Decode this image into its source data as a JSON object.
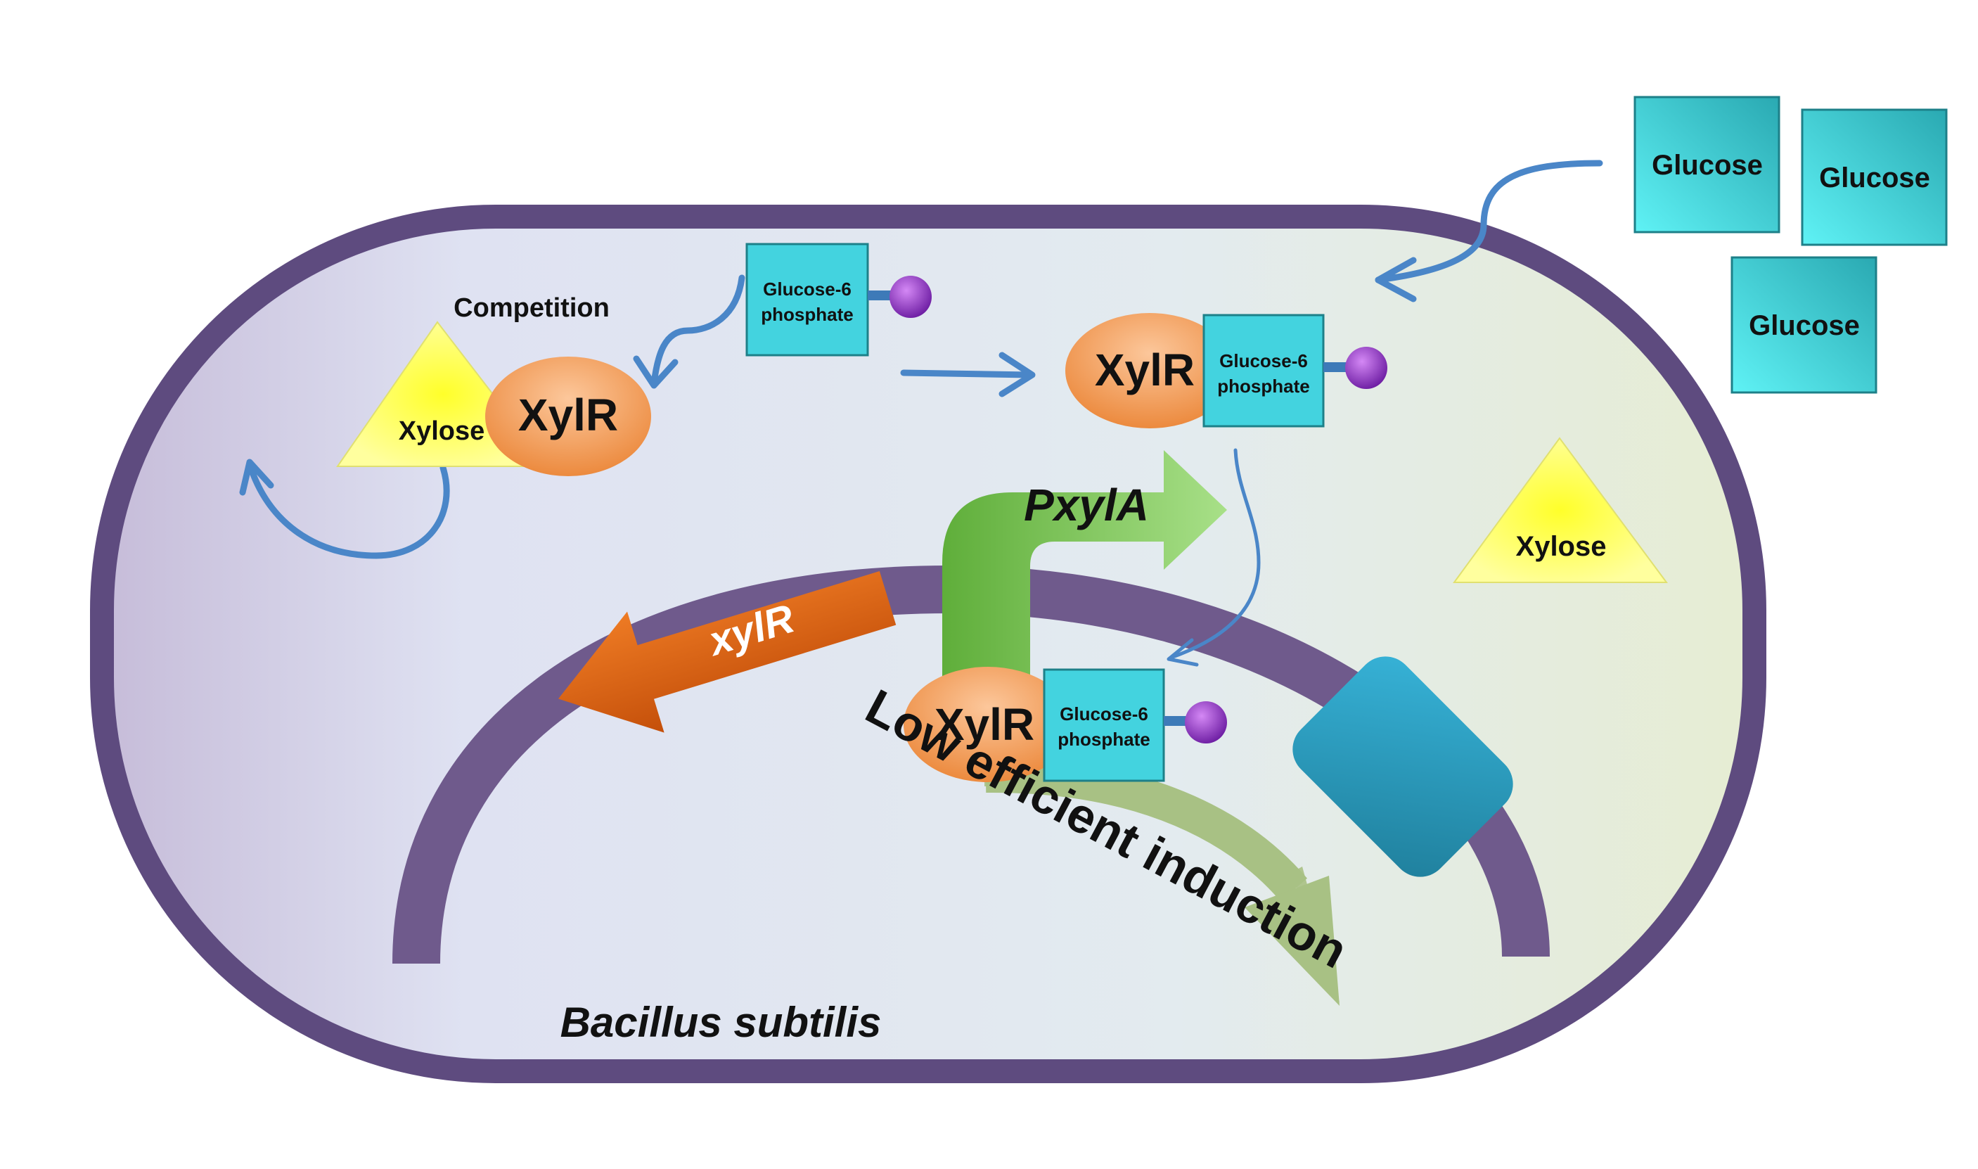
{
  "labels": {
    "competition": "Competition",
    "xylose": "Xylose",
    "xylr_protein": "XylR",
    "glucose6_line1": "Glucose-6",
    "glucose6_line2": "phosphate",
    "glucose": "Glucose",
    "promoter": "PxylA",
    "gene": "xylR",
    "low_efficient_induction": "Low efficient induction",
    "organism": "Bacillus subtilis"
  },
  "colors": {
    "cell_border": "#5e4b7f",
    "dna": "#6f5a8c",
    "xylr_protein": "#f0914a",
    "glucose_box": "#49dfe6",
    "glucose6_box": "#43d3df",
    "phosphate_ball": "#8a2bb8",
    "xylose_triangle": "#ffff66",
    "promoter_arrow": "#6fc04c",
    "gene_arrow": "#d9580c",
    "induction_arrow": "#a8c184",
    "flow_arrow": "#4a86c8",
    "rnap": "#2a9bc0"
  }
}
